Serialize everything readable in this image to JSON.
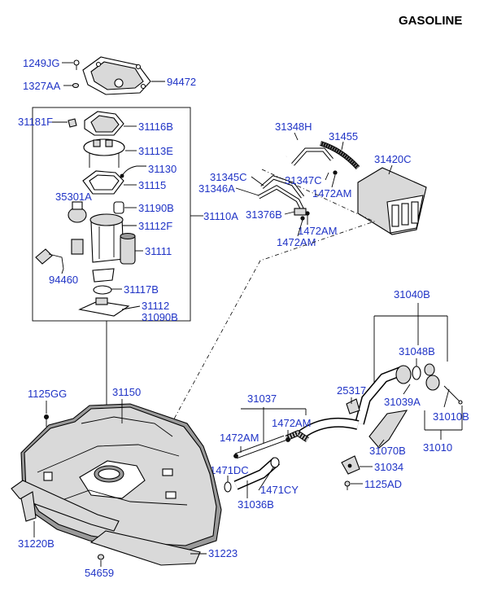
{
  "header": {
    "title": "GASOLINE"
  },
  "labels": {
    "p1249JG": "1249JG",
    "p1327AA": "1327AA",
    "p94472": "94472",
    "p31181F": "31181F",
    "p31116B": "31116B",
    "p31113E": "31113E",
    "p31130": "31130",
    "p31115": "31115",
    "p35301A": "35301A",
    "p31190B": "31190B",
    "p31112F": "31112F",
    "p31110A": "31110A",
    "p31111": "31111",
    "p94460": "94460",
    "p31117B": "31117B",
    "p31112": "31112",
    "p31090B": "31090B",
    "p31348H": "31348H",
    "p31455": "31455",
    "p31420C": "31420C",
    "p31345C": "31345C",
    "p31347C": "31347C",
    "p31346A": "31346A",
    "p1472AM_a": "1472AM",
    "p31376B": "31376B",
    "p1472AM_b": "1472AM",
    "p1472AM_c": "1472AM",
    "p31040B": "31040B",
    "p31048B": "31048B",
    "p25317": "25317",
    "p31039A": "31039A",
    "p31010B": "31010B",
    "p1125GG": "1125GG",
    "p31150": "31150",
    "p31037": "31037",
    "p1472AM_d": "1472AM",
    "p1472AM_e": "1472AM",
    "p31070B": "31070B",
    "p31010": "31010",
    "p1471DC": "1471DC",
    "p31034": "31034",
    "p1471CY": "1471CY",
    "p1125AD": "1125AD",
    "p31036B": "31036B",
    "p31220B": "31220B",
    "p31223": "31223",
    "p54659": "54659"
  }
}
